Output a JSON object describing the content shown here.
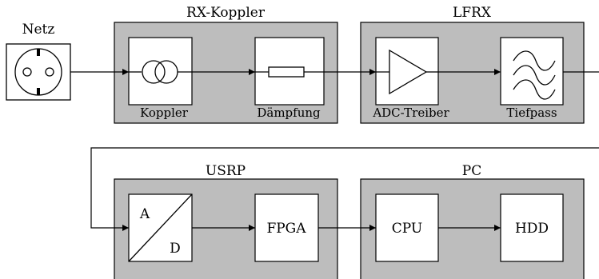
{
  "netz": {
    "label": "Netz",
    "icon": "power-socket-icon"
  },
  "groups": {
    "rx_koppler": {
      "title": "RX-Koppler"
    },
    "lfrx": {
      "title": "LFRX"
    },
    "usrp": {
      "title": "USRP"
    },
    "pc": {
      "title": "PC"
    }
  },
  "blocks": {
    "koppler": {
      "label": "Koppler",
      "icon": "coupler-icon"
    },
    "daempfung": {
      "label": "Dämpfung",
      "icon": "resistor-icon"
    },
    "adc_treiber": {
      "label": "ADC-Treiber",
      "icon": "amplifier-icon"
    },
    "tiefpass": {
      "label": "Tiefpass",
      "icon": "low-pass-filter-icon"
    },
    "ad": {
      "label_a": "A",
      "label_d": "D",
      "icon": "ad-converter-icon"
    },
    "fpga": {
      "label": "FPGA"
    },
    "cpu": {
      "label": "CPU"
    },
    "hdd": {
      "label": "HDD"
    }
  },
  "colors": {
    "group_fill": "#bdbdbd",
    "block_fill": "#ffffff",
    "line": "#000000"
  }
}
